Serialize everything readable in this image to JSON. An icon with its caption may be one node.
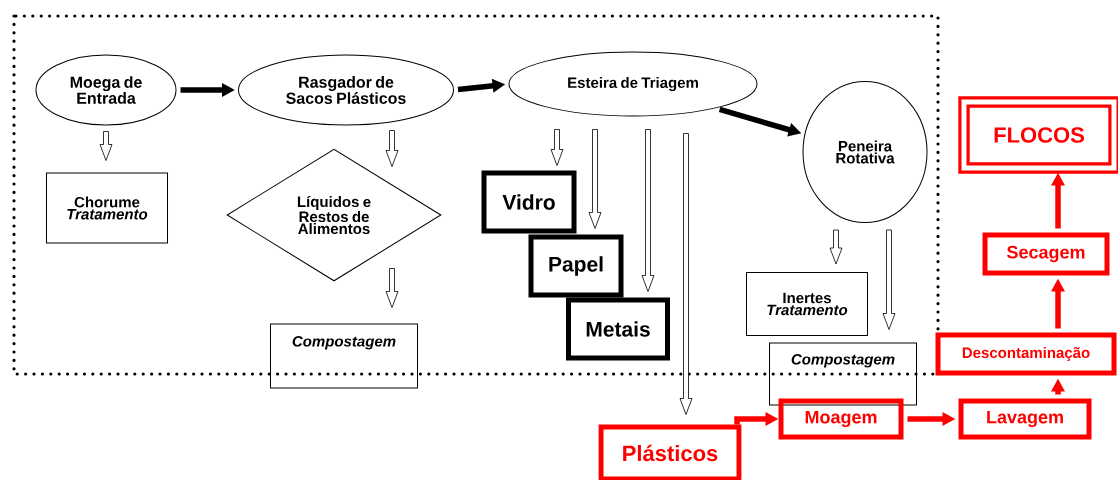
{
  "diagram": {
    "nodes": [
      {
        "text": [
          "Moega de Entrada"
        ]
      },
      {
        "text": [
          "Rasgador de Sacos Plásticos"
        ]
      },
      {
        "text": [
          "Esteira de Triagem"
        ]
      },
      {
        "text": [
          "Peneira Rotativa"
        ]
      },
      {
        "text": [
          "Chorume",
          "Tratamento"
        ]
      },
      {
        "text": [
          "Líquidos e Restos de Alimentos"
        ]
      },
      {
        "text": [
          "Compostagem"
        ]
      },
      {
        "text": [
          "Vidro"
        ]
      },
      {
        "text": [
          "Papel"
        ]
      },
      {
        "text": [
          "Metais"
        ]
      },
      {
        "text": [
          "Inertes",
          "Tratamento"
        ]
      },
      {
        "text": [
          "Compostagem"
        ]
      },
      {
        "text": [
          "Plásticos"
        ]
      },
      {
        "text": [
          "Moagem"
        ]
      },
      {
        "text": [
          "Lavagem"
        ]
      },
      {
        "text": [
          "Descontaminação"
        ]
      },
      {
        "text": [
          "Secagem"
        ]
      },
      {
        "text": [
          "FLOCOS"
        ]
      }
    ],
    "edges": [
      {
        "from": 0,
        "to": 1,
        "arrow": "to",
        "color": "#000000"
      },
      {
        "from": 0,
        "to": 4,
        "arrow": "to"
      },
      {
        "from": 1,
        "to": 2,
        "arrow": "to",
        "color": "#000000"
      },
      {
        "from": 1,
        "to": 5,
        "arrow": "to"
      },
      {
        "from": 5,
        "to": 6,
        "arrow": "to"
      },
      {
        "from": 2,
        "to": 3,
        "arrow": "to",
        "color": "#000000"
      },
      {
        "from": 2,
        "to": 7,
        "arrow": "to"
      },
      {
        "from": 2,
        "to": 8,
        "arrow": "to"
      },
      {
        "from": 2,
        "to": 9,
        "arrow": "to"
      },
      {
        "from": 2,
        "to": 12,
        "arrow": "to"
      },
      {
        "from": 3,
        "to": 10,
        "arrow": "to"
      },
      {
        "from": 3,
        "to": 11,
        "arrow": "to"
      },
      {
        "from": 12,
        "to": 13,
        "arrow": "to",
        "color": "#ff0000"
      },
      {
        "from": 13,
        "to": 14,
        "arrow": "to",
        "color": "#ff0000"
      },
      {
        "from": 14,
        "to": 15,
        "arrow": "to",
        "color": "#ff0000"
      },
      {
        "from": 15,
        "to": 16,
        "arrow": "to",
        "color": "#ff0000"
      },
      {
        "from": 16,
        "to": 17,
        "arrow": "to",
        "color": "#ff0000"
      }
    ]
  }
}
